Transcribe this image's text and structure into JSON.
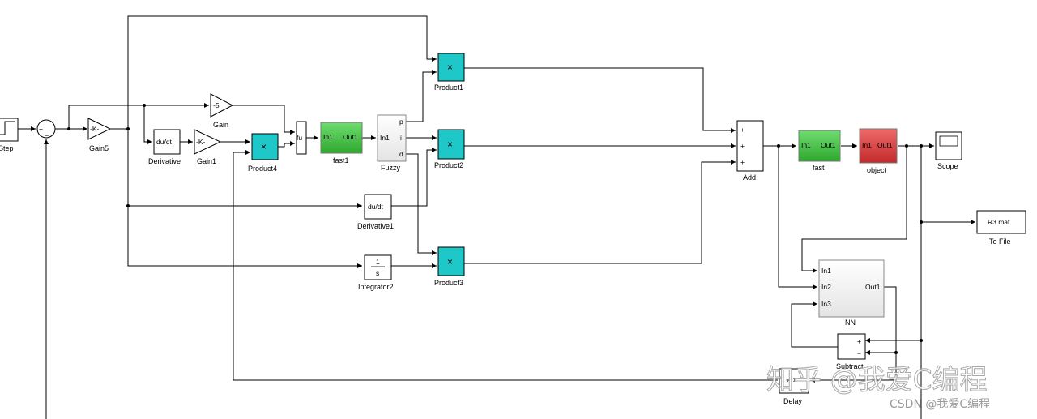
{
  "blocks": {
    "step": "Step",
    "sum_plus": "+",
    "sum_minus": "_",
    "gain5": {
      "name": "Gain5",
      "content": "-K-"
    },
    "gain": {
      "name": "Gain",
      "content": "-5"
    },
    "derivative": {
      "name": "Derivative",
      "content": "du/dt"
    },
    "gain1": {
      "name": "Gain1",
      "content": "-K-"
    },
    "product4": {
      "name": "Product4",
      "content": "×"
    },
    "fu": "fu",
    "fast1": {
      "name": "fast1",
      "in": "In1",
      "out": "Out1"
    },
    "fuzzy": {
      "name": "Fuzzy",
      "in": "In1",
      "p": "p",
      "i": "i",
      "d": "d"
    },
    "product1": {
      "name": "Product1",
      "content": "×"
    },
    "product2": {
      "name": "Product2",
      "content": "×"
    },
    "product3": {
      "name": "Product3",
      "content": "×"
    },
    "derivative1": {
      "name": "Derivative1",
      "content": "du/dt"
    },
    "integrator2": {
      "name": "Integrator2",
      "num": "1",
      "den": "s"
    },
    "add": {
      "name": "Add",
      "signs": [
        "+",
        "+",
        "+"
      ]
    },
    "fast": {
      "name": "fast",
      "in": "In1",
      "out": "Out1"
    },
    "object": {
      "name": "object",
      "in": "In1",
      "out": "Out1"
    },
    "scope": {
      "name": "Scope"
    },
    "tofile": {
      "name": "To File",
      "content": "R3.mat"
    },
    "nn": {
      "name": "NN",
      "in1": "In1",
      "in2": "In2",
      "in3": "In3",
      "out": "Out1"
    },
    "subtract": {
      "name": "Subtract",
      "plus": "+",
      "minus": "−"
    },
    "delay": {
      "name": "Delay",
      "content": "z⁻¹"
    }
  },
  "watermark": {
    "main": "知乎 @我爱C编程",
    "footer": "CSDN @我爱C编程"
  },
  "colors": {
    "green": "#3fc23f",
    "cyan": "#1ec8c8",
    "red": "#d83a3a"
  }
}
